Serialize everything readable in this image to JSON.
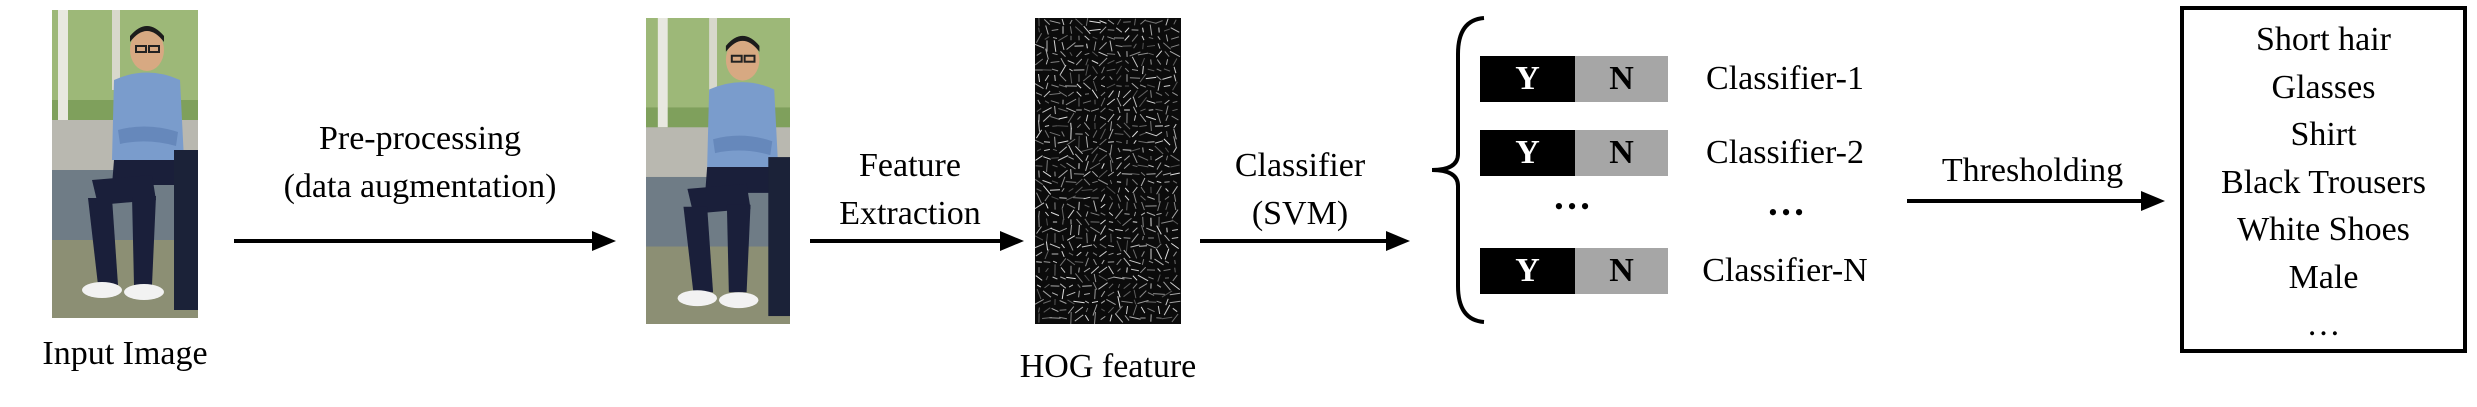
{
  "labels": {
    "input_image": "Input Image",
    "preprocessing_line1": "Pre-processing",
    "preprocessing_line2": "(data augmentation)",
    "feature_line1": "Feature",
    "feature_line2": "Extraction",
    "hog_feature": "HOG feature",
    "classifier_line1": "Classifier",
    "classifier_line2": "(SVM)",
    "thresholding": "Thresholding"
  },
  "classifiers": [
    {
      "yes": "Y",
      "no": "N",
      "name": "Classifier-1"
    },
    {
      "yes": "Y",
      "no": "N",
      "name": "Classifier-2"
    },
    {
      "yes": "Y",
      "no": "N",
      "name": "Classifier-N"
    }
  ],
  "ellipsis_left": "•••",
  "ellipsis_right": "•••",
  "attributes": [
    "Short hair",
    "Glasses",
    "Shirt",
    "Black Trousers",
    "White Shoes",
    "Male",
    "…"
  ],
  "colors": {
    "yes_box": "#000000",
    "no_box": "#a6a6a6",
    "hog_background": "#0b0b0b",
    "arrow": "#000000"
  }
}
